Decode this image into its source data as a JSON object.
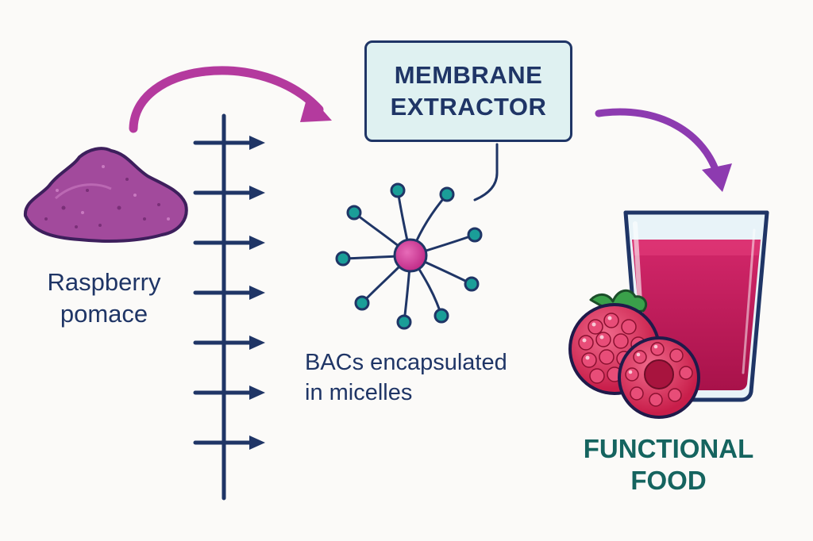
{
  "diagram": {
    "extractor": {
      "line1": "MEMBRANE",
      "line2": "EXTRACTOR"
    },
    "input_label": {
      "line1": "Raspberry",
      "line2": "pomace"
    },
    "micelle_label": {
      "line1": "BACs encapsulated",
      "line2": "in micelles"
    },
    "output_label": {
      "line1": "FUNCTIONAL",
      "line2": "FOOD"
    },
    "colors": {
      "navy": "#1f3566",
      "teal": "#15645f",
      "arrow_magenta": "#b43a9e",
      "arrow_purple": "#8d3bb0",
      "powder": "#a24a9c",
      "juice": "#c2185b",
      "micelle_core": "#cc3d96",
      "micelle_head": "#1a9e98",
      "box_fill": "#dff1f1"
    },
    "icons": [
      "powder-pile-icon",
      "membrane-icon",
      "micelle-icon",
      "juice-glass-icon",
      "raspberry-icon"
    ]
  }
}
